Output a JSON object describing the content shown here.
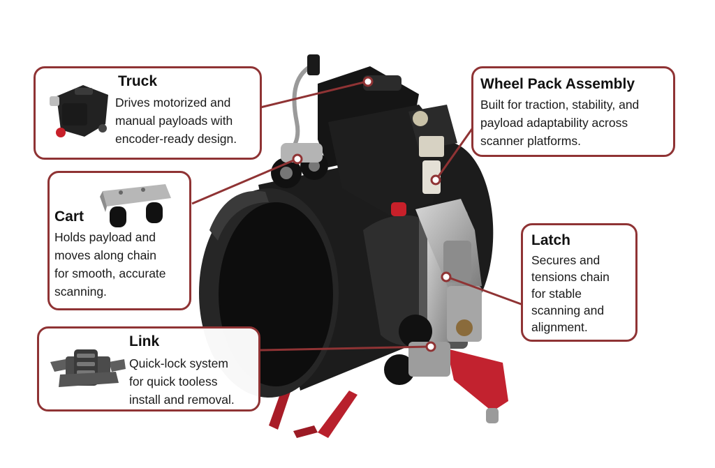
{
  "accent_color": "#8f3334",
  "components": {
    "truck": {
      "title": "Truck",
      "description": "Drives motorized and\nmanual payloads with\nencoder-ready design.",
      "icon": "truck-module-icon"
    },
    "wheel_pack": {
      "title": "Wheel Pack Assembly",
      "description": "Built for traction, stability, and\npayload adaptability across\nscanner platforms."
    },
    "cart": {
      "title": "Cart",
      "description": "Holds payload and\nmoves along chain\nfor smooth, accurate\nscanning.",
      "icon": "cart-module-icon"
    },
    "latch": {
      "title": "Latch",
      "description": "Secures and\ntensions chain\nfor stable\nscanning and\nalignment."
    },
    "link": {
      "title": "Link",
      "description": "Quick-lock system\nfor quick tooless\ninstall and removal.",
      "icon": "chain-link-icon"
    }
  }
}
